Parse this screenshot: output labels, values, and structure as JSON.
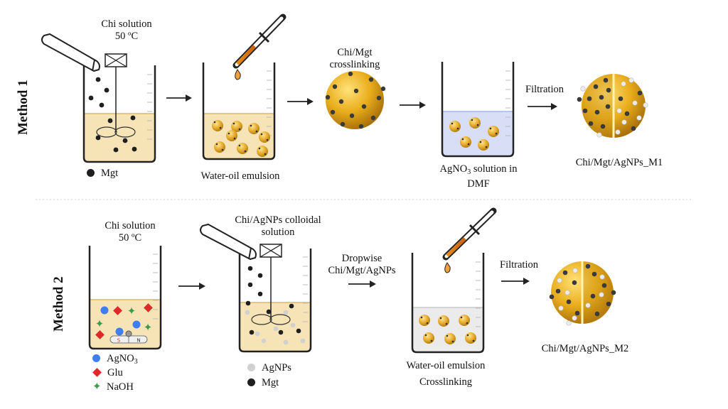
{
  "method1": {
    "title": "Method 1",
    "step1_label_line1": "Chi solution",
    "step1_label_line2": "50 ºC",
    "legend_mgt": "Mgt",
    "step2_label": "Water-oil emulsion",
    "step3_label_line1": "Chi/Mgt",
    "step3_label_line2": "crosslinking",
    "step4_label_pre": "AgNO",
    "step4_label_sub": "3",
    "step4_label_post": " solution in",
    "step4_label_line2": "DMF",
    "step5_label": "Filtration",
    "product_label": "Chi/Mgt/AgNPs_M1"
  },
  "method2": {
    "title": "Method 2",
    "step1_label_line1": "Chi solution",
    "step1_label_line2": "50 ºC",
    "legend_agno3_pre": "AgNO",
    "legend_agno3_sub": "3",
    "legend_glu": "Glu",
    "legend_naoh": "NaOH",
    "step2_label_line1": "Chi/AgNPs colloidal",
    "step2_label_line2": "solution",
    "legend_agnps": "AgNPs",
    "legend_mgt": "Mgt",
    "step3_label_line1": "Dropwise",
    "step3_label_line2": "Chi/Mgt/AgNPs",
    "step4_label_line1": "Water-oil emulsion",
    "step4_label_line2": "Crosslinking",
    "step5_label": "Filtration",
    "product_label": "Chi/Mgt/AgNPs_M2",
    "stirbar_s": "S",
    "stirbar_n": "N"
  },
  "colors": {
    "chitosan_liquid": "#f6e4b6",
    "dmf_liquid": "#d7def6",
    "emulsion_grey": "#ebebeb",
    "sphere_gold": "#e9ad1c",
    "magnetite": "#3a3a3a",
    "agnps": "#d0d0d0",
    "agno3": "#3f7ef0",
    "glu": "#e02828",
    "naoh": "#3d9a4a"
  }
}
